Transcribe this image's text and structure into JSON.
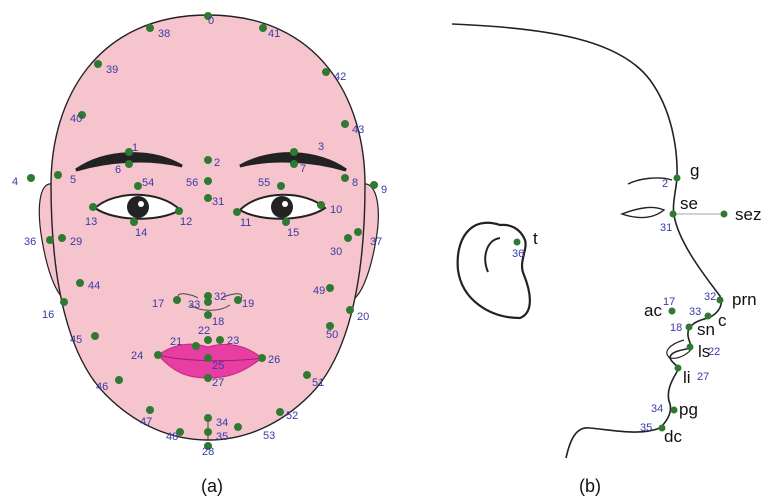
{
  "colors": {
    "skin": "#f6c4cc",
    "outline": "#222222",
    "lips": "#e83ea3",
    "landmark": "#2f7a32",
    "index_text": "#3a3aa8"
  },
  "panels": {
    "a": {
      "caption": "(a)",
      "landmarks": [
        "0",
        "1",
        "2",
        "3",
        "4",
        "5",
        "6",
        "7",
        "8",
        "9",
        "10",
        "11",
        "12",
        "13",
        "14",
        "15",
        "16",
        "17",
        "18",
        "19",
        "20",
        "21",
        "22",
        "23",
        "24",
        "25",
        "26",
        "27",
        "28",
        "29",
        "30",
        "31",
        "32",
        "33",
        "34",
        "35",
        "36",
        "37",
        "38",
        "39",
        "40",
        "41",
        "42",
        "43",
        "44",
        "45",
        "46",
        "47",
        "48",
        "49",
        "50",
        "51",
        "52",
        "53",
        "54",
        "55",
        "56"
      ]
    },
    "b": {
      "caption": "(b)",
      "landmarks": [
        {
          "name": "g",
          "index": "2"
        },
        {
          "name": "se",
          "index": "31"
        },
        {
          "name": "sez",
          "index": ""
        },
        {
          "name": "t",
          "index": "36"
        },
        {
          "name": "prn",
          "index": "32"
        },
        {
          "name": "ac",
          "index": "17"
        },
        {
          "name": "c",
          "index": "33"
        },
        {
          "name": "sn",
          "index": "18"
        },
        {
          "name": "ls",
          "index": "22"
        },
        {
          "name": "li",
          "index": "27"
        },
        {
          "name": "pg",
          "index": "34"
        },
        {
          "name": "dc",
          "index": "35"
        }
      ]
    }
  }
}
